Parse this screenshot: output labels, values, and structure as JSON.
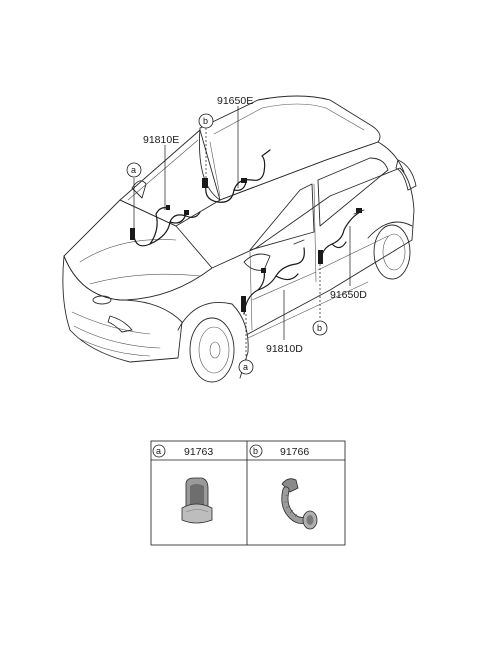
{
  "callouts": {
    "part_91650E": "91650E",
    "part_91810E": "91810E",
    "part_91650D": "91650D",
    "part_91810D": "91810D",
    "marker_a_top": "a",
    "marker_b_top": "b",
    "marker_a_bottom": "a",
    "marker_b_bottom": "b"
  },
  "legend_table": {
    "cells": [
      {
        "marker": "a",
        "part_number": "91763"
      },
      {
        "marker": "b",
        "part_number": "91766"
      }
    ]
  }
}
